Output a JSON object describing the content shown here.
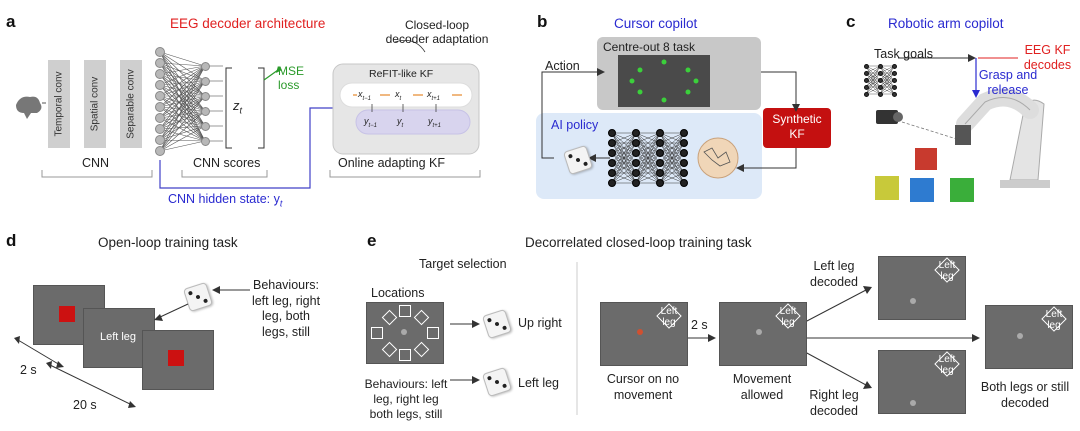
{
  "panels": {
    "a": {
      "letter": "a",
      "title": "EEG decoder architecture",
      "conv_layers": [
        "Temporal conv",
        "Spatial conv",
        "Separable conv"
      ],
      "cnn_label": "CNN",
      "cnn_scores_label": "CNN scores",
      "z_label": "z",
      "z_sub": "t",
      "mse_label": "MSE loss",
      "closed_loop_title": "Closed-loop decoder adaptation",
      "refit_label": "ReFIT-like KF",
      "kf_states": [
        "x",
        "x",
        "x"
      ],
      "kf_state_subs": [
        "t−1",
        "t",
        "t+1"
      ],
      "kf_obs": [
        "y",
        "y",
        "y"
      ],
      "kf_obs_subs": [
        "t−1",
        "t",
        "t+1"
      ],
      "online_kf_label": "Online adapting KF",
      "hidden_state_label": "CNN hidden state: y",
      "hidden_state_sub": "t"
    },
    "b": {
      "letter": "b",
      "title": "Cursor copilot",
      "task_label": "Centre-out 8 task",
      "action_label": "Action",
      "ai_policy_label": "AI policy",
      "synthetic_kf_label": "Synthetic KF"
    },
    "c": {
      "letter": "c",
      "title": "Robotic arm copilot",
      "task_goals_label": "Task goals",
      "eeg_kf_label": "EEG KF decodes",
      "grasp_label": "Grasp and release"
    },
    "d": {
      "letter": "d",
      "title": "Open-loop training task",
      "screen_text": "Left leg",
      "behaviours": "Behaviours: left leg, right leg, both legs, still",
      "time_2s": "2 s",
      "time_20s": "20 s"
    },
    "e": {
      "letter": "e",
      "title": "Decorrelated closed-loop training task",
      "target_selection": "Target selection",
      "locations_label": "Locations",
      "up_right_label": "Up right",
      "behaviours_label": "Behaviours: left leg, right leg both legs, still",
      "left_leg_label": "Left leg",
      "cursor_label": "Cursor on no movement",
      "two_s_label": "2 s",
      "movement_label": "Movement allowed",
      "left_decoded_label": "Left leg decoded",
      "right_decoded_label": "Right leg decoded",
      "both_still_label": "Both legs or still decoded",
      "target_text": "Left leg"
    }
  },
  "colors": {
    "accent_red": "#e02020",
    "accent_blue": "#2a2ad0",
    "mse_green": "#2a9a2a",
    "target_red": "#cc1111",
    "screen_grey": "#6b6b6b",
    "ai_panel_blue": "#dde9f8",
    "synthetic_kf_red": "#c41010"
  }
}
